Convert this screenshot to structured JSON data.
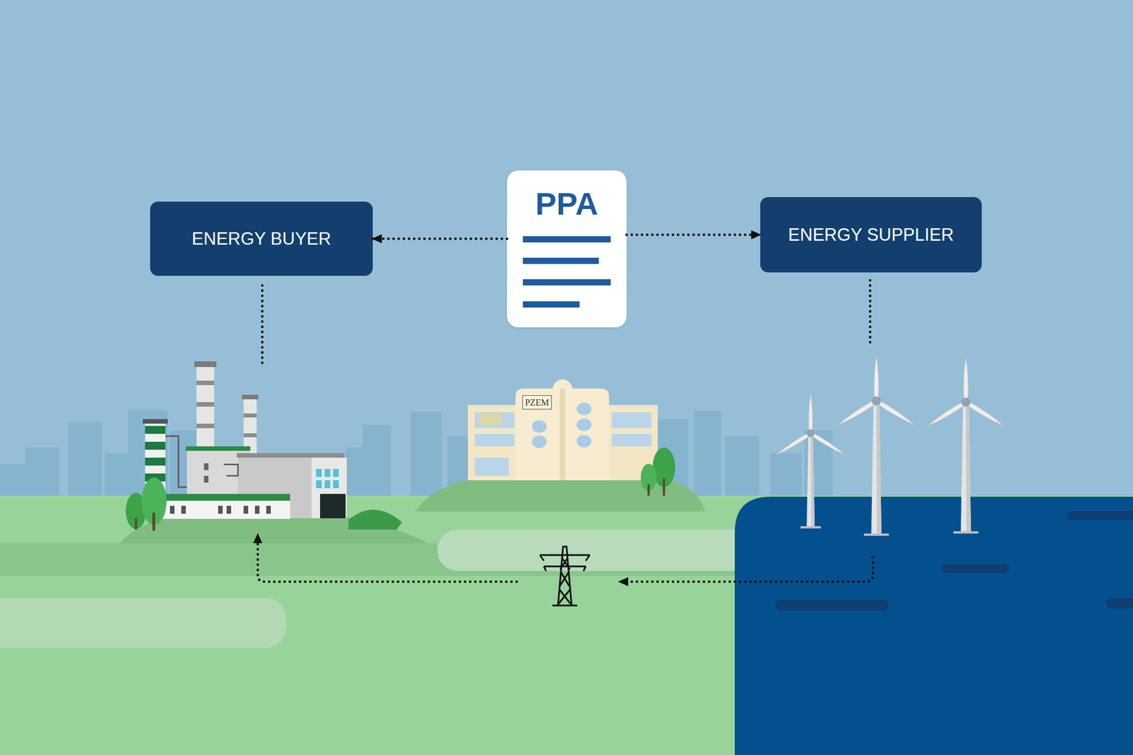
{
  "diagram": {
    "nodes": [
      {
        "text": [
          "ENERGY BUYER"
        ]
      },
      {
        "text": [
          "PPA"
        ]
      },
      {
        "text": [
          "ENERGY SUPPLIER"
        ]
      }
    ],
    "edges": [
      {
        "from": 1,
        "to": 0,
        "arrow": "to"
      },
      {
        "from": 1,
        "to": 2,
        "arrow": "to"
      }
    ],
    "labels": [
      "PZEM"
    ]
  }
}
